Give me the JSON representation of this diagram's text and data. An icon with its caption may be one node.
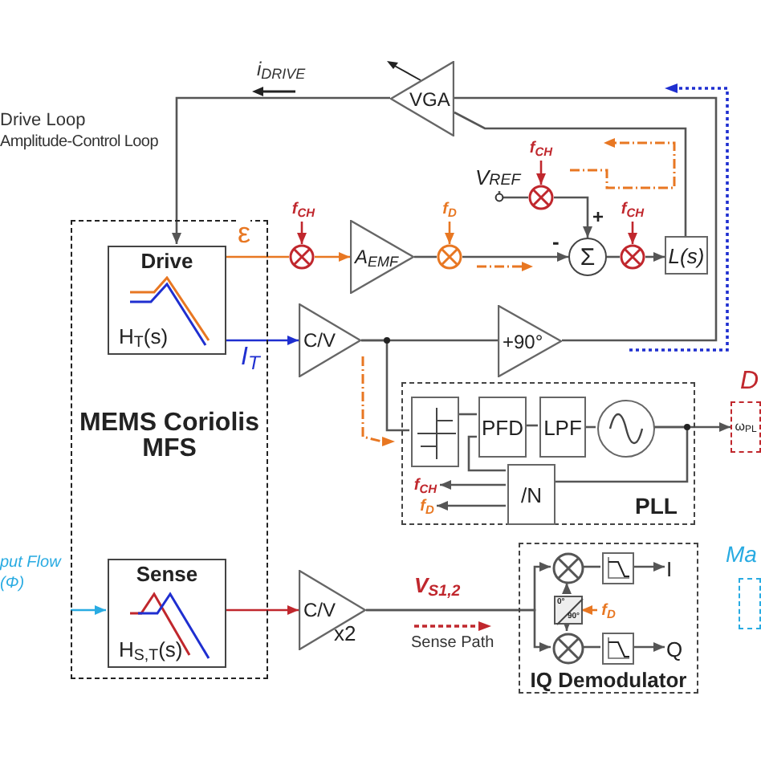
{
  "diagram": {
    "nodes": [
      {
        "text": [
          "VGA"
        ]
      },
      {
        "text": [
          "MEMS Coriolis MFS"
        ]
      },
      {
        "text": [
          "Drive",
          "H$_{T}$(s)"
        ],
        "in": 1
      },
      {
        "text": [
          "Sense",
          "H$_{S,T}$(s)"
        ],
        "in": 1
      },
      {
        "text": [],
        "shape": "circle"
      },
      {
        "text": [
          "f$_{CH}$"
        ]
      },
      {
        "text": [
          "A$_{EMF}$"
        ]
      },
      {
        "text": [],
        "shape": "circle"
      },
      {
        "text": [
          "f$_{D}$"
        ]
      },
      {
        "text": [
          "V$_{REF}$"
        ]
      },
      {
        "text": [],
        "shape": "circle"
      },
      {
        "text": [
          "f$_{CH}$"
        ]
      },
      {
        "text": [
          "Σ"
        ]
      },
      {
        "text": [],
        "shape": "circle"
      },
      {
        "text": [
          "f$_{CH}$"
        ]
      },
      {
        "text": [
          "L(s)"
        ]
      },
      {
        "text": [
          "C/V"
        ]
      },
      {
        "text": [
          "+90°"
        ]
      },
      {
        "text": [
          "PLL"
        ]
      },
      {
        "text": [],
        "shape": "box",
        "in": 18
      },
      {
        "text": [
          "PFD"
        ],
        "in": 18
      },
      {
        "text": [
          "LPF"
        ],
        "in": 18
      },
      {
        "text": [],
        "shape": "circle",
        "in": 18
      },
      {
        "text": [
          "/N"
        ],
        "in": 18
      },
      {
        "text": [
          "f$_{CH}$"
        ],
        "in": 18
      },
      {
        "text": [
          "f$_{D}$"
        ],
        "in": 18
      },
      {
        "text": [
          "ω$_{PL}$"
        ]
      },
      {
        "text": [
          "C/V"
        ],
        "beside": [
          "x2"
        ]
      },
      {
        "text": [
          "IQ Demodulator"
        ]
      },
      {
        "text": [],
        "shape": "circle",
        "in": 28
      },
      {
        "text": [],
        "shape": "circle",
        "in": 28
      },
      {
        "text": [
          "0°",
          "90°"
        ],
        "in": 28
      },
      {
        "text": [],
        "shape": "box",
        "in": 28
      },
      {
        "text": [],
        "shape": "box",
        "in": 28
      },
      {
        "text": [
          "I"
        ],
        "in": 28
      },
      {
        "text": [
          "Q"
        ],
        "in": 28
      },
      {
        "text": [
          "f$_{D}$"
        ],
        "in": 28
      },
      {
        "text": [
          "put Flow (Φ)"
        ]
      },
      {
        "text": [],
        "shape": "box"
      }
    ],
    "edges": [
      {
        "from": 0,
        "to": 2,
        "arrow": "to",
        "label": "i$_{DRIVE}$"
      },
      {
        "from": 2,
        "to": 4,
        "arrow": "none",
        "color": "#e87722",
        "label": "ε"
      },
      {
        "from": 5,
        "to": 4,
        "arrow": "to",
        "color": "#c0272d"
      },
      {
        "from": 4,
        "to": 6,
        "arrow": "to",
        "color": "#e87722"
      },
      {
        "from": 6,
        "to": 7,
        "arrow": "none"
      },
      {
        "from": 8,
        "to": 7,
        "arrow": "to",
        "color": "#e87722"
      },
      {
        "from": 7,
        "to": 12,
        "arrow": "to",
        "label": "-"
      },
      {
        "from": 9,
        "to": 10,
        "arrow": "none"
      },
      {
        "from": 11,
        "to": 10,
        "arrow": "to",
        "color": "#c0272d"
      },
      {
        "from": 10,
        "to": 12,
        "arrow": "to",
        "label": "+"
      },
      {
        "from": 12,
        "to": 13,
        "arrow": "none"
      },
      {
        "from": 14,
        "to": 13,
        "arrow": "to",
        "color": "#c0272d"
      },
      {
        "from": 13,
        "to": 15,
        "arrow": "to"
      },
      {
        "from": 15,
        "to": 0,
        "arrow": "none"
      },
      {
        "from": 2,
        "to": 16,
        "arrow": "to",
        "color": "#1f2fd0",
        "label": "I$_{T}$"
      },
      {
        "from": 16,
        "to": 17,
        "arrow": "none"
      },
      {
        "from": 17,
        "to": 0,
        "arrow": "none"
      },
      {
        "from": 16,
        "to": 19,
        "arrow": "none"
      },
      {
        "from": 19,
        "to": 20,
        "arrow": "none"
      },
      {
        "from": 20,
        "to": 21,
        "arrow": "none"
      },
      {
        "from": 21,
        "to": 22,
        "arrow": "none"
      },
      {
        "from": 22,
        "to": 26,
        "arrow": "to"
      },
      {
        "from": 22,
        "to": 23,
        "arrow": "none"
      },
      {
        "from": 23,
        "to": 20,
        "arrow": "none"
      },
      {
        "from": 23,
        "to": 24,
        "arrow": "to"
      },
      {
        "from": 23,
        "to": 25,
        "arrow": "to"
      },
      {
        "from": 37,
        "to": 3,
        "arrow": "to",
        "color": "#29abe2"
      },
      {
        "from": 3,
        "to": 27,
        "arrow": "to",
        "color": "#c0272d"
      },
      {
        "from": 27,
        "to": 29,
        "arrow": "to",
        "label": "V$_{S1,2}$"
      },
      {
        "from": 27,
        "to": 30,
        "arrow": "to"
      },
      {
        "from": 29,
        "to": 32,
        "arrow": "none"
      },
      {
        "from": 30,
        "to": 33,
        "arrow": "none"
      },
      {
        "from": 32,
        "to": 34,
        "arrow": "to"
      },
      {
        "from": 33,
        "to": 35,
        "arrow": "to"
      },
      {
        "from": 36,
        "to": 31,
        "arrow": "to",
        "color": "#e87722"
      },
      {
        "from": 31,
        "to": 29,
        "arrow": "to"
      },
      {
        "from": 31,
        "to": 30,
        "arrow": "to"
      }
    ],
    "labels": [
      "Drive Loop",
      "Amplitude-Control Loop",
      "D",
      "Ma",
      "Sense Path"
    ]
  }
}
